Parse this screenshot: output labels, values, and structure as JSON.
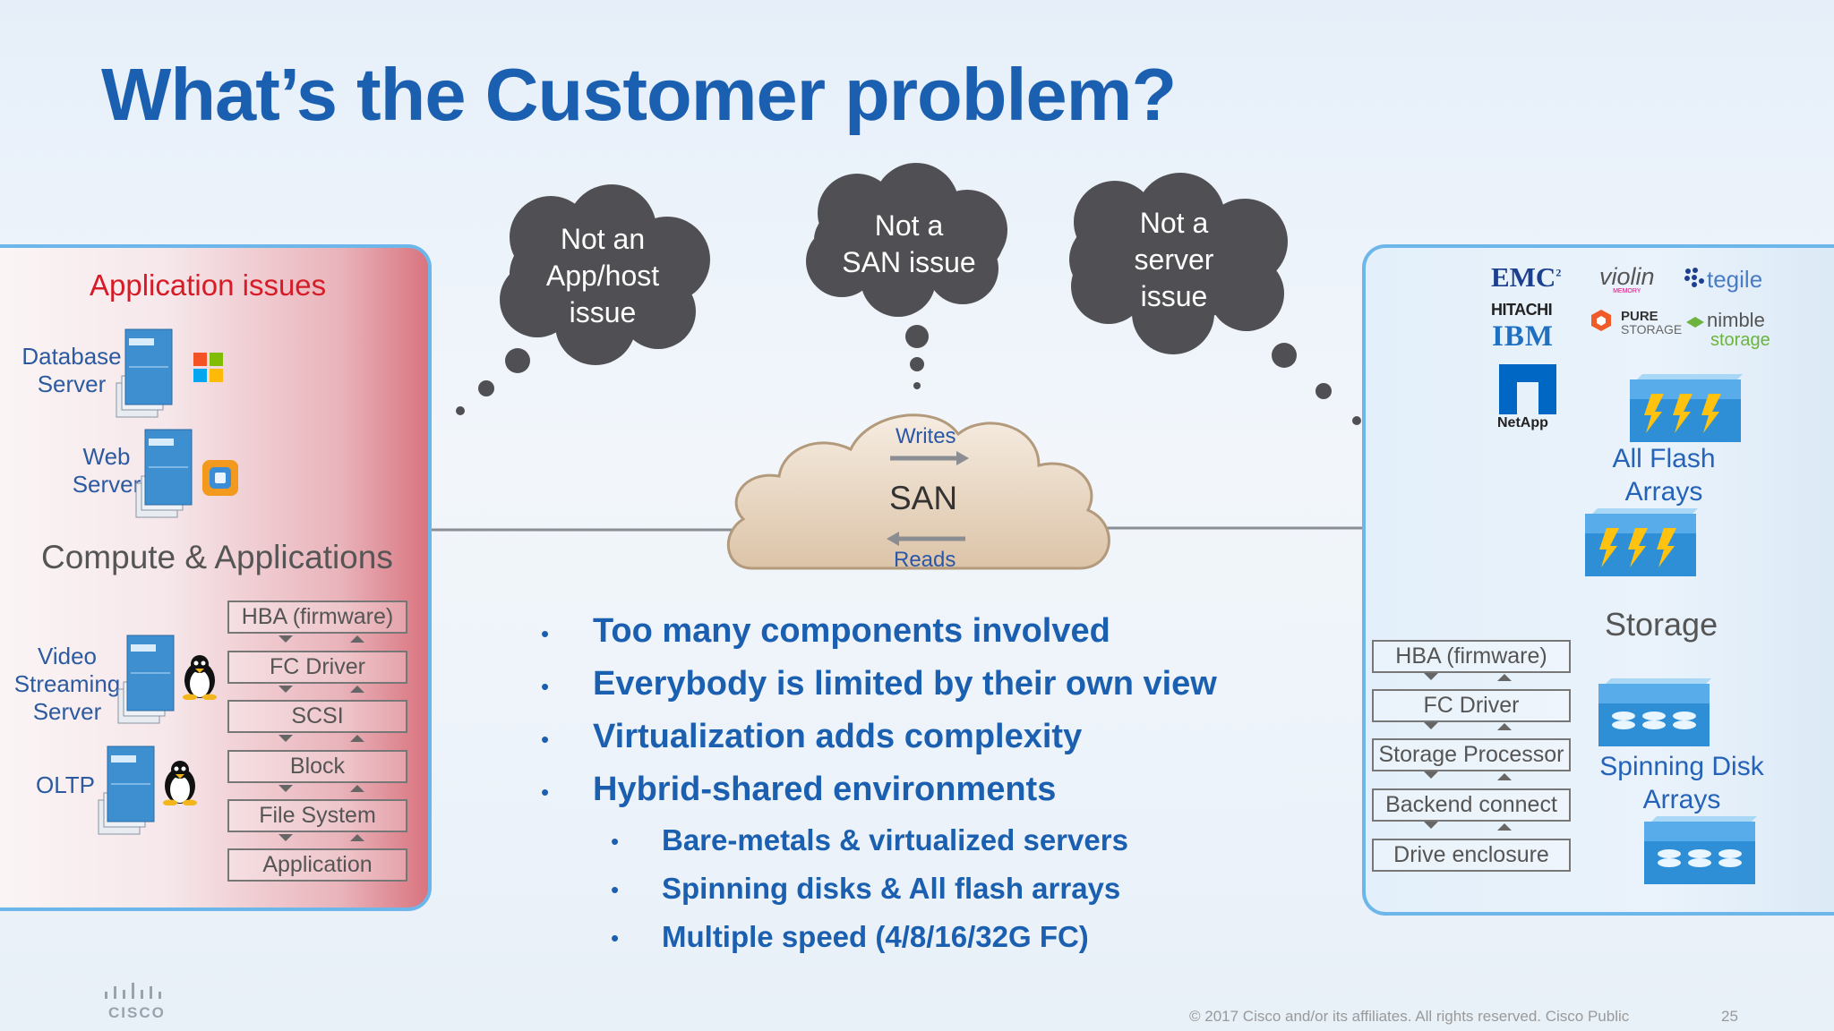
{
  "title": "What’s the Customer problem?",
  "left_panel": {
    "heading": "Application issues",
    "database_server": [
      "Database",
      "Server"
    ],
    "web_server": [
      "Web",
      "Server"
    ],
    "compute_heading": "Compute & Applications",
    "video_server": [
      "Video",
      "Streaming",
      "Server"
    ],
    "oltp": "OLTP",
    "stack": [
      "HBA (firmware)",
      "FC Driver",
      "SCSI",
      "Block",
      "File System",
      "Application"
    ]
  },
  "bubbles": {
    "left": [
      "Not an",
      "App/host",
      "issue"
    ],
    "middle": [
      "Not a",
      "SAN issue"
    ],
    "right": [
      "Not a",
      "server",
      "issue"
    ]
  },
  "san": {
    "label": "SAN",
    "writes": "Writes",
    "reads": "Reads"
  },
  "bullets": {
    "main": [
      "Too many components involved",
      "Everybody is limited by their own view",
      "Virtualization adds complexity",
      "Hybrid-shared environments"
    ],
    "sub": [
      "Bare-metals & virtualized servers",
      "Spinning disks & All flash arrays",
      "Multiple speed (4/8/16/32G FC)"
    ],
    "marker": "•"
  },
  "right_panel": {
    "brands": {
      "emc": "EMC",
      "emc_sup": "2",
      "violin": "violin",
      "violin_sub": "MEMORY",
      "tegile": "tegile",
      "hitachi": "HITACHI",
      "pure_1": "PURE",
      "pure_2": "STORAGE",
      "nimble_1": "nimble",
      "nimble_2": "storage",
      "ibm": "IBM",
      "netapp": "NetApp"
    },
    "all_flash": [
      "All Flash",
      "Arrays"
    ],
    "storage_heading": "Storage",
    "spinning": [
      "Spinning Disk",
      "Arrays"
    ],
    "stack": [
      "HBA (firmware)",
      "FC Driver",
      "Storage Processor",
      "Backend connect",
      "Drive enclosure"
    ]
  },
  "footer": {
    "logo": "CISCO",
    "copyright": "© 2017  Cisco and/or its affiliates. All rights reserved.   Cisco Public",
    "page": "25"
  },
  "colors": {
    "title_blue": "#1b5fb0",
    "bubble_gray": "#505054",
    "alert_red": "#d51c27",
    "panel_border": "#6cb6ea"
  }
}
